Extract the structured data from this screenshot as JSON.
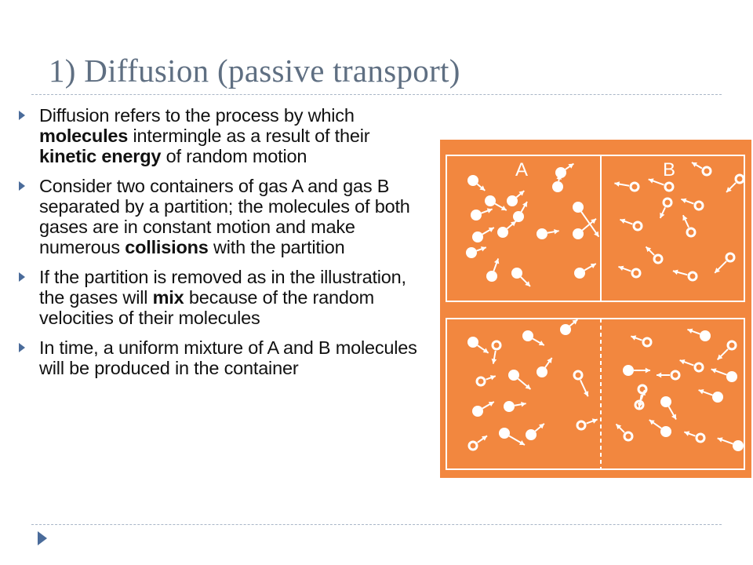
{
  "slide": {
    "title": "1) Diffusion (passive transport)",
    "bullets": [
      [
        {
          "t": "Diffusion refers to the process by which "
        },
        {
          "t": "molecules",
          "b": true
        },
        {
          "t": " intermingle as a result of their "
        },
        {
          "t": "kinetic energy",
          "b": true
        },
        {
          "t": " of random motion"
        }
      ],
      [
        {
          "t": "Consider two containers of gas A and gas B separated by a partition; the molecules of both gases are in constant motion and make numerous "
        },
        {
          "t": "collisions",
          "b": true
        },
        {
          "t": " with the partition"
        }
      ],
      [
        {
          "t": "If the partition is removed as in the illustration, the gases will "
        },
        {
          "t": "mix",
          "b": true
        },
        {
          "t": " because of the random velocities of their molecules"
        }
      ],
      [
        {
          "t": "In time, a uniform mixture of A and B molecules will be produced in the container"
        }
      ]
    ]
  },
  "figure": {
    "label_a": "A",
    "label_b": "B",
    "background_color": "#f2873f",
    "line_color": "#ffffff",
    "icons": [
      "bullet-triangle-icon",
      "slide-nav-triangle-icon"
    ],
    "colors": {
      "title": "#5f6f82",
      "bullet": "#4a6b9a",
      "rule": "#a9b6c7"
    }
  }
}
